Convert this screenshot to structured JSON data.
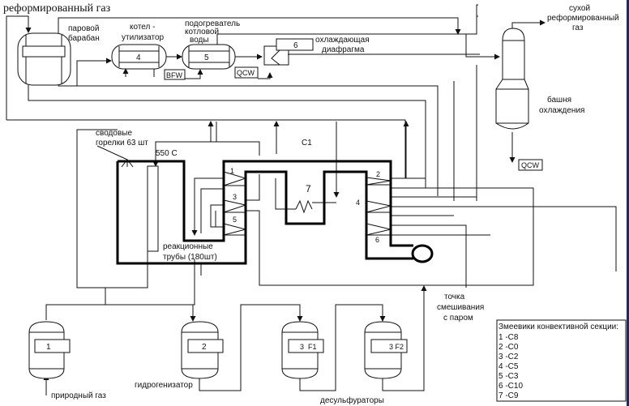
{
  "title": "реформированный газ",
  "top_labels": {
    "steam_drum": [
      "паровой",
      "барабан"
    ],
    "waste_boiler": [
      "котел -",
      "утилизатор"
    ],
    "bfw_heater": [
      "подогреватель",
      "котловой",
      "воды"
    ],
    "cooling_diaphragm": [
      "охлаждающая",
      "диафрагма"
    ],
    "dry_gas": [
      "сухой",
      "реформированный",
      "газ"
    ],
    "cooling_tower": [
      "башня",
      "охлаждения"
    ]
  },
  "equipment_numbers": {
    "boiler": "4",
    "heater": "5",
    "diaphragm": "6"
  },
  "streams": {
    "bfw": "BFW",
    "qcw": "QCW",
    "qcw_tower": "QCW"
  },
  "furnace": {
    "burners": [
      "сводовые",
      "горелки 63 шт"
    ],
    "temperature": "550 C",
    "section": "C1",
    "tubes": [
      "реакционные",
      "трубы (180шт)"
    ],
    "coil_numbers": [
      "1",
      "2",
      "3",
      "4",
      "5",
      "6",
      "7"
    ]
  },
  "bottom": {
    "vessels": [
      "1",
      "2",
      "3  F1",
      "3 F2"
    ],
    "natural_gas": "природный газ",
    "hydrogenator": "гидрогенизатор",
    "desulfurizers": "десульфураторы",
    "mixing_point": [
      "точка",
      "смешивания",
      "с паром"
    ]
  },
  "legend": {
    "title": "Змеевики конвективной секции:",
    "items": [
      "1 -C8",
      "2 -C0",
      "3 -C2",
      "4 -C5",
      "5 -C3",
      "6 -C10",
      "7 -C9"
    ]
  }
}
